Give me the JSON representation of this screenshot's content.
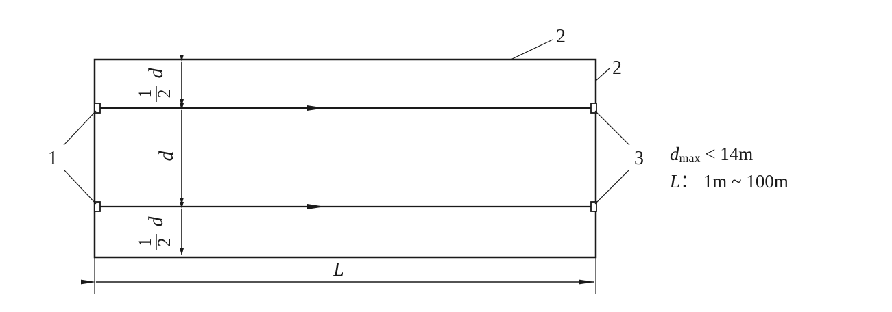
{
  "labels": {
    "callout_1": "1",
    "callout_2_top": "2",
    "callout_2_right": "2",
    "callout_3": "3"
  },
  "dimensions": {
    "length_label": "L",
    "spacing_label": "d",
    "half_numerator": "1",
    "half_denominator": "2",
    "half_variable": "d"
  },
  "notes": {
    "dmax_var": "d",
    "dmax_sub": "max",
    "dmax_rest": " < 14m",
    "length_var": "L",
    "length_rest": "：  1m ~ 100m"
  }
}
